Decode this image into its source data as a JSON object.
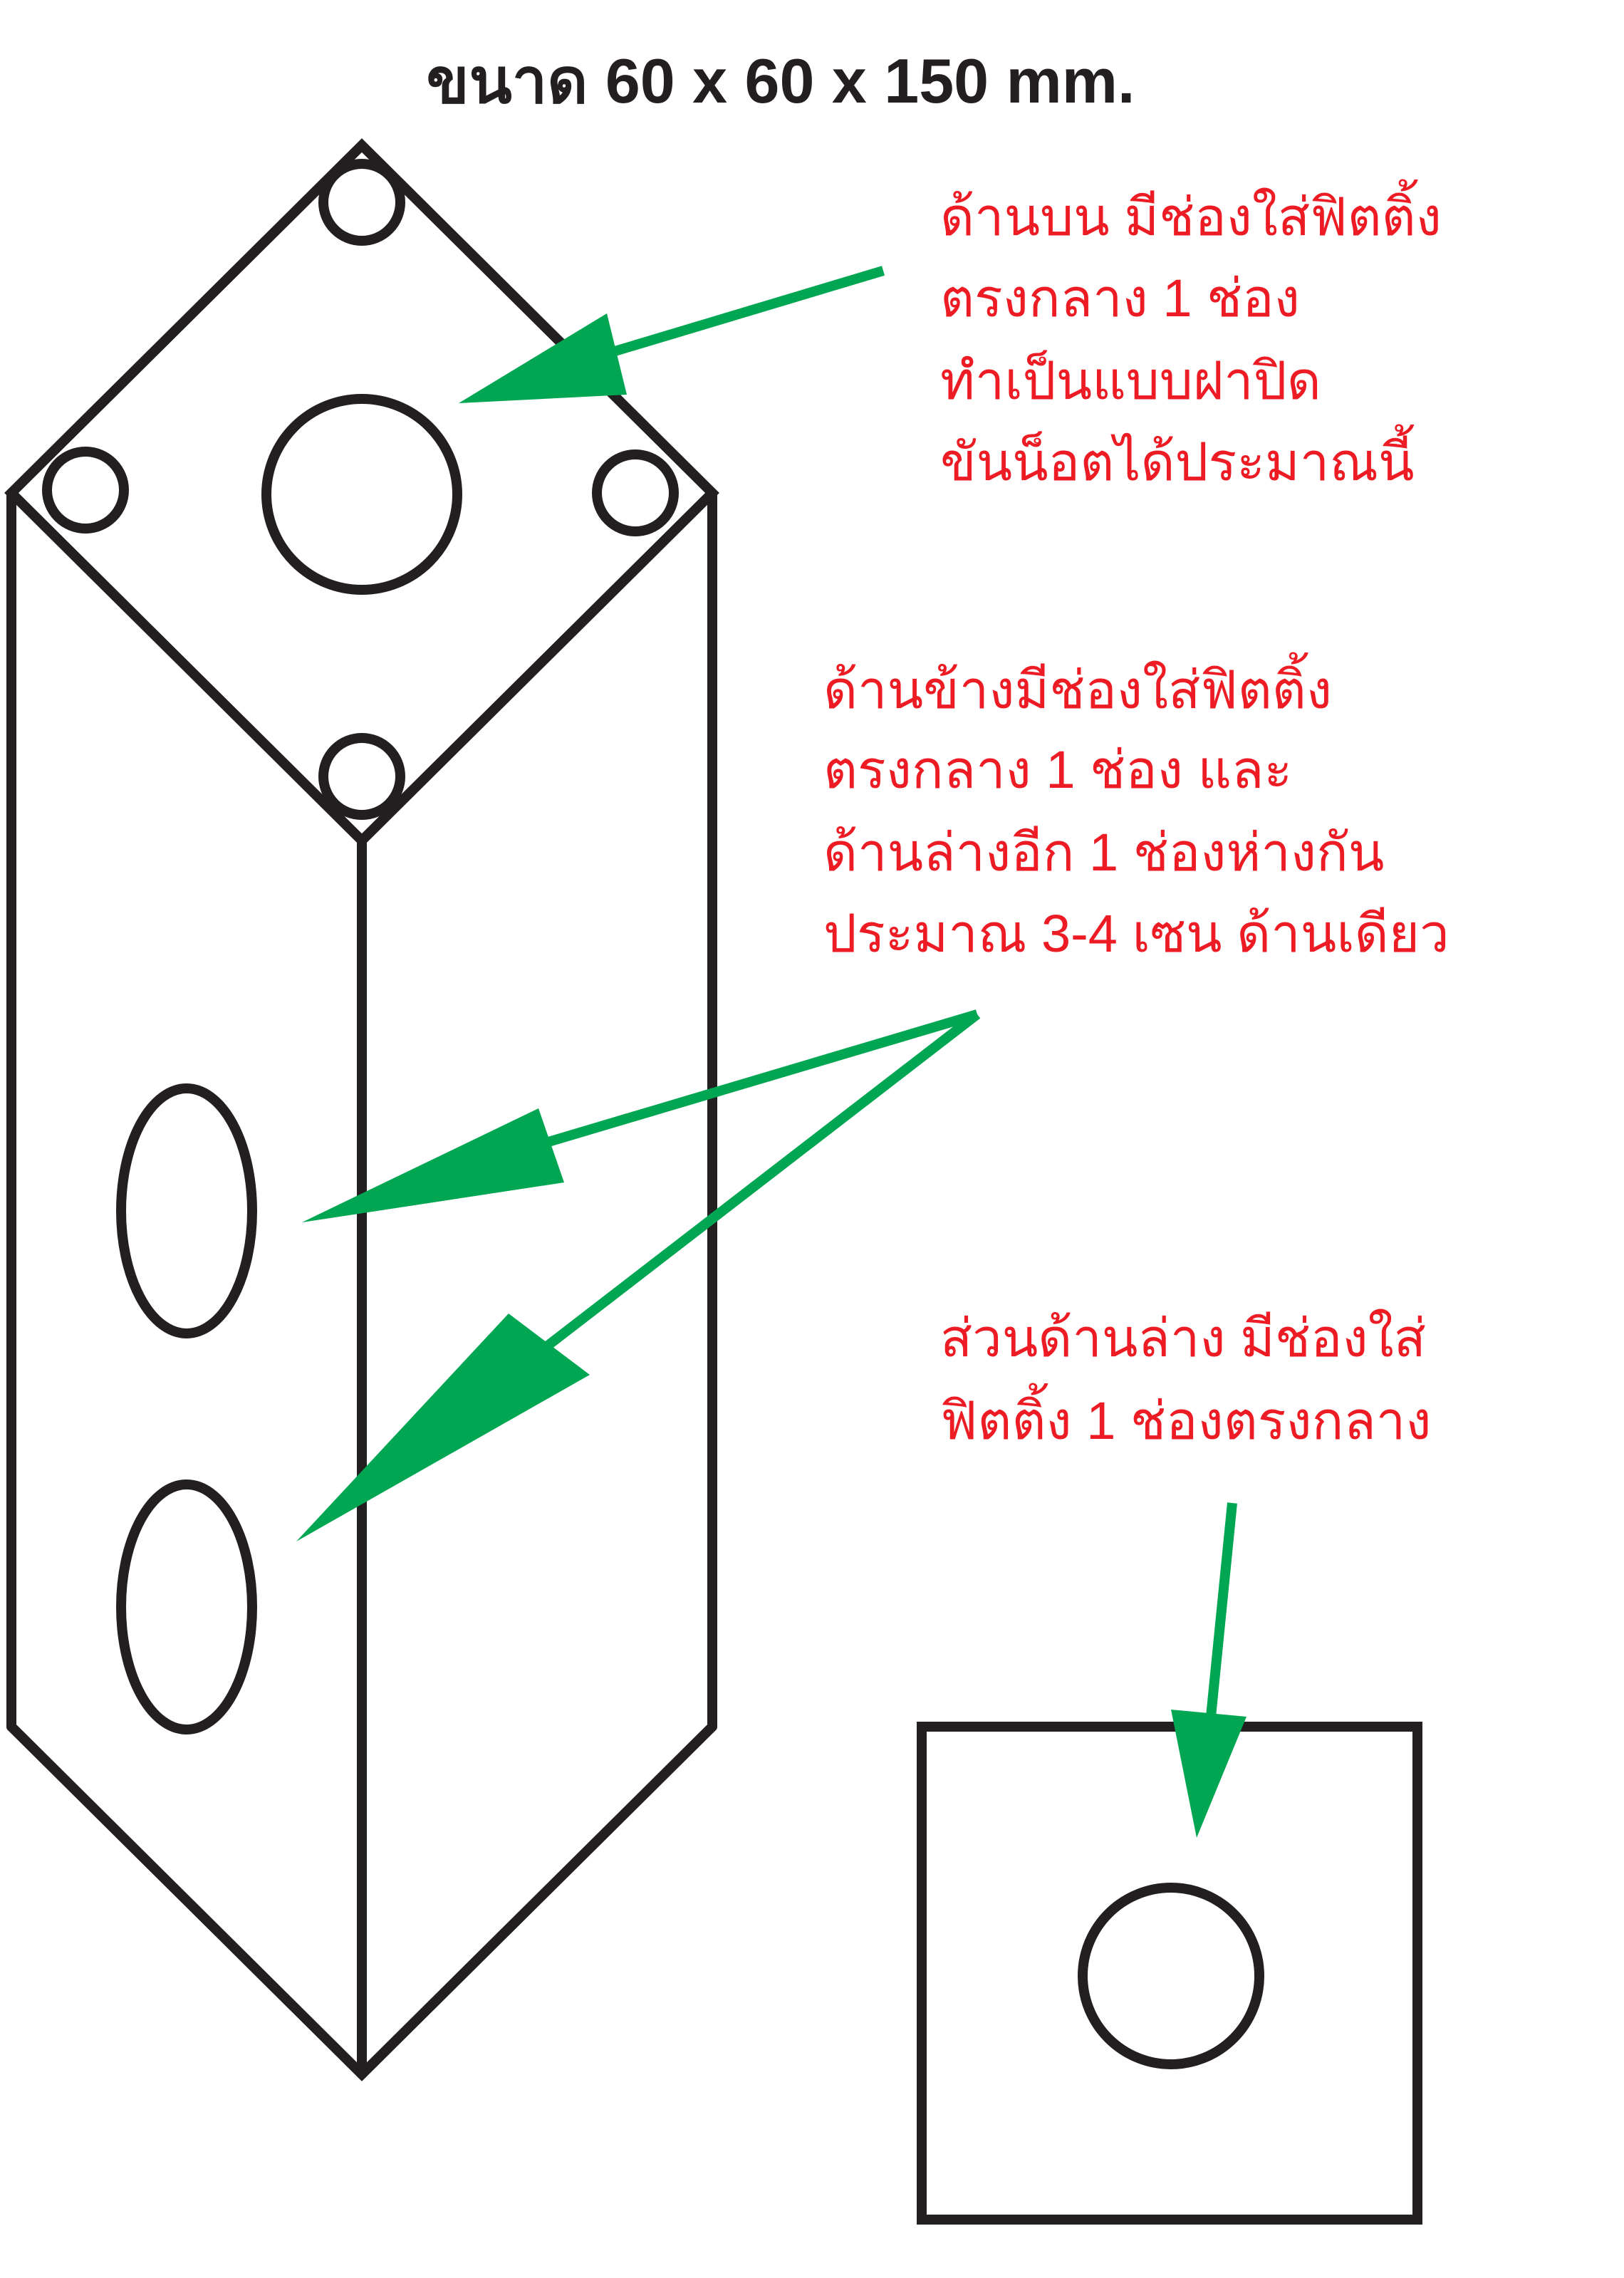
{
  "title": "ขนาด 60 x 60 x 150 mm.",
  "colors": {
    "outline": "#231f20",
    "arrow": "#00a651",
    "note": "#ed1c24"
  },
  "notes": {
    "top": [
      "ด้านบน มีช่องใส่ฟิตติ้ง",
      "ตรงกลาง 1 ช่อง",
      "ทำเป็นแบบฝาปิด",
      "ขันน็อตได้ประมาณนี้"
    ],
    "side": [
      "ด้านข้างมีช่องใส่ฟิตติ้ง",
      "ตรงกลาง 1 ช่อง และ",
      "ด้านล่างอีก 1 ช่องห่างกัน",
      "ประมาณ 3-4 เซน ด้านเดียว"
    ],
    "bottom": [
      "ส่วนด้านล่าง มีช่องใส่",
      "ฟิตติ้ง 1 ช่องตรงกลาง"
    ]
  }
}
